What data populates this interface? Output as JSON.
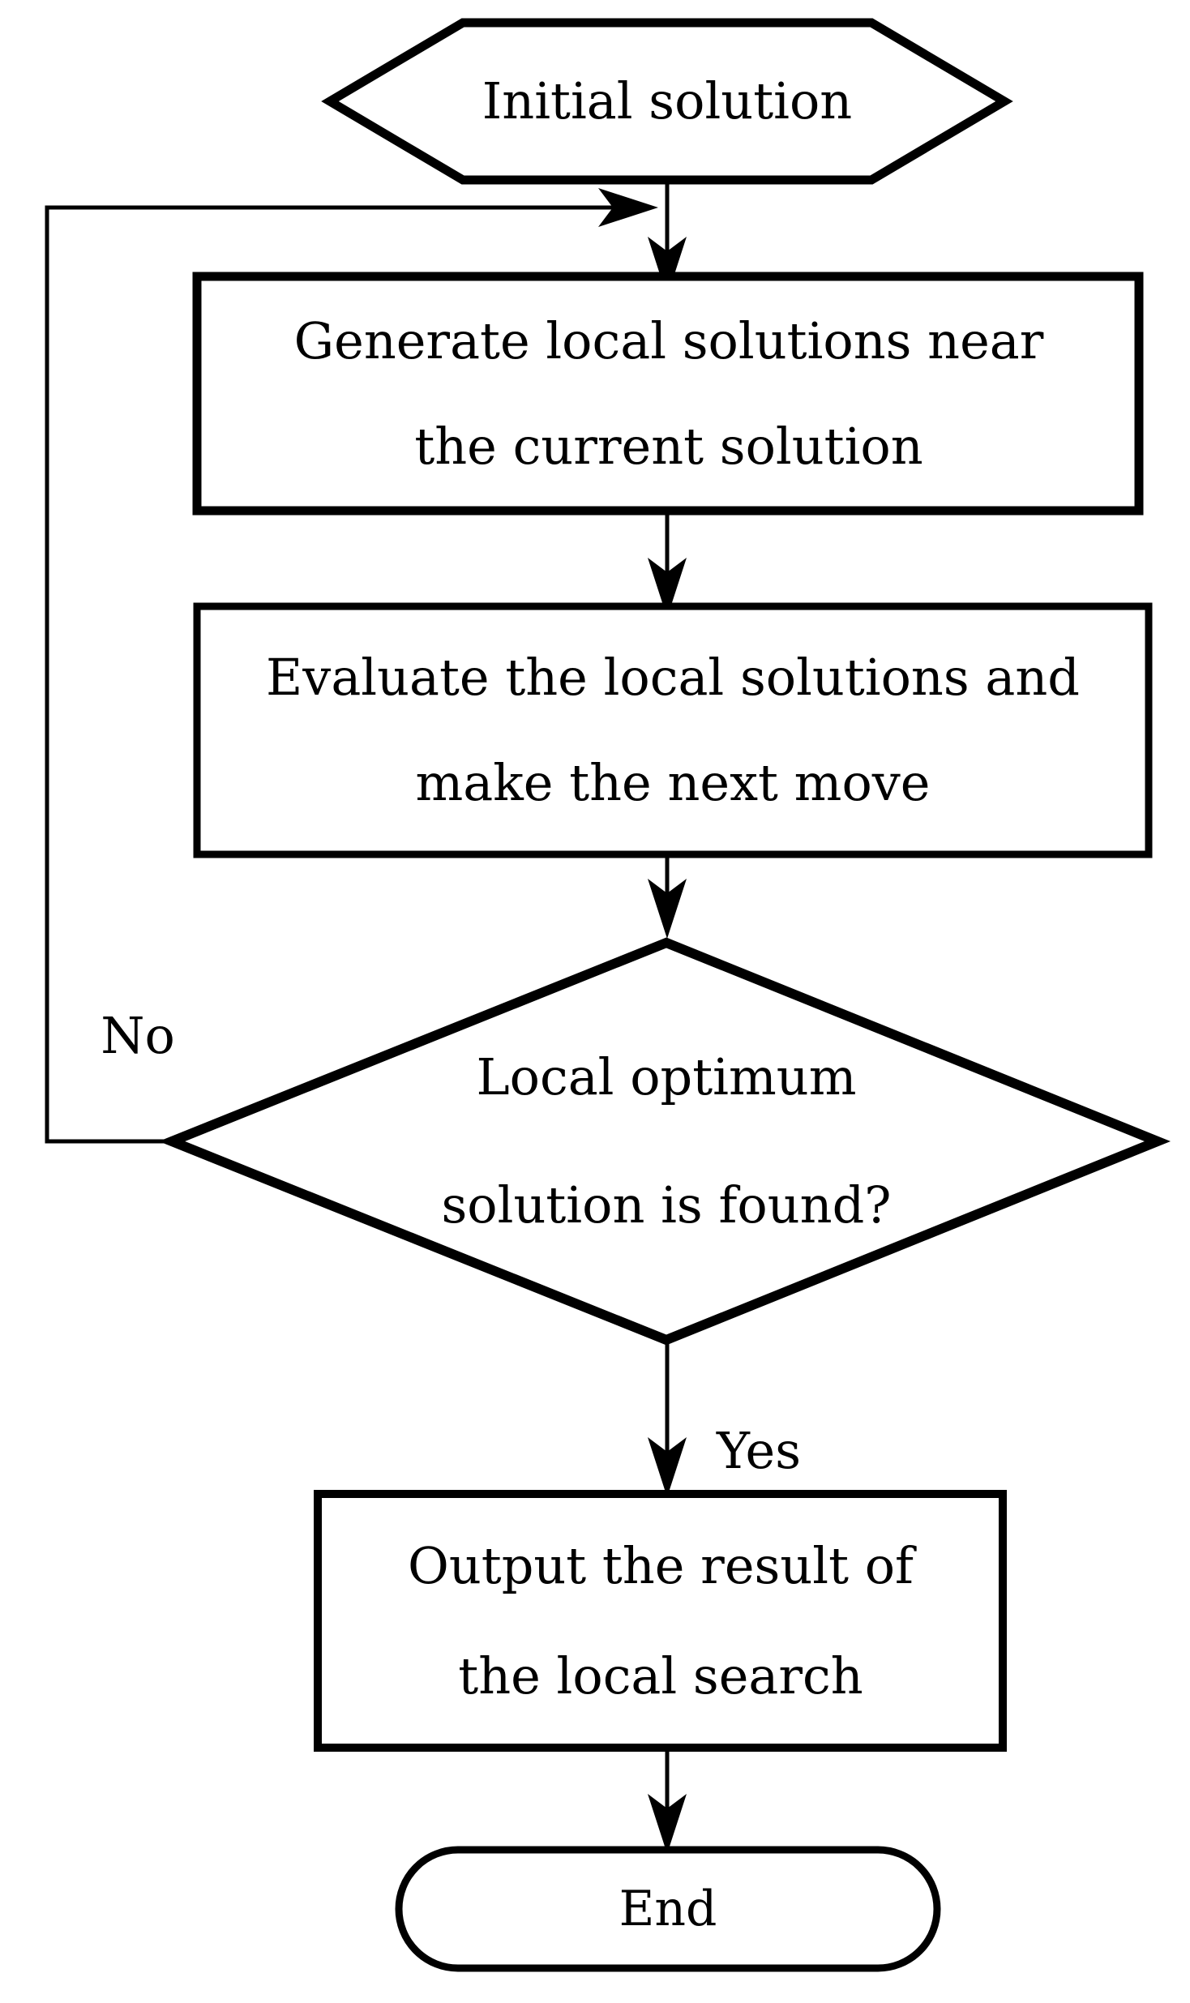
{
  "diagram": {
    "type": "flowchart",
    "colors": {
      "stroke": "#000000",
      "fill": "#ffffff",
      "text": "#000000",
      "background": "#ffffff"
    },
    "nodes": {
      "start": {
        "shape": "hexagon",
        "label": "Initial solution"
      },
      "generate": {
        "shape": "process",
        "line1": "Generate local solutions near",
        "line2": "the current solution"
      },
      "evaluate": {
        "shape": "process",
        "line1": "Evaluate the local solutions and",
        "line2": "make the next move"
      },
      "decision": {
        "shape": "decision",
        "line1": "Local optimum",
        "line2": "solution is found?"
      },
      "output": {
        "shape": "process",
        "line1": "Output the result of",
        "line2": "the local search"
      },
      "end": {
        "shape": "terminator",
        "label": "End"
      }
    },
    "edge_labels": {
      "no": "No",
      "yes": "Yes"
    }
  }
}
